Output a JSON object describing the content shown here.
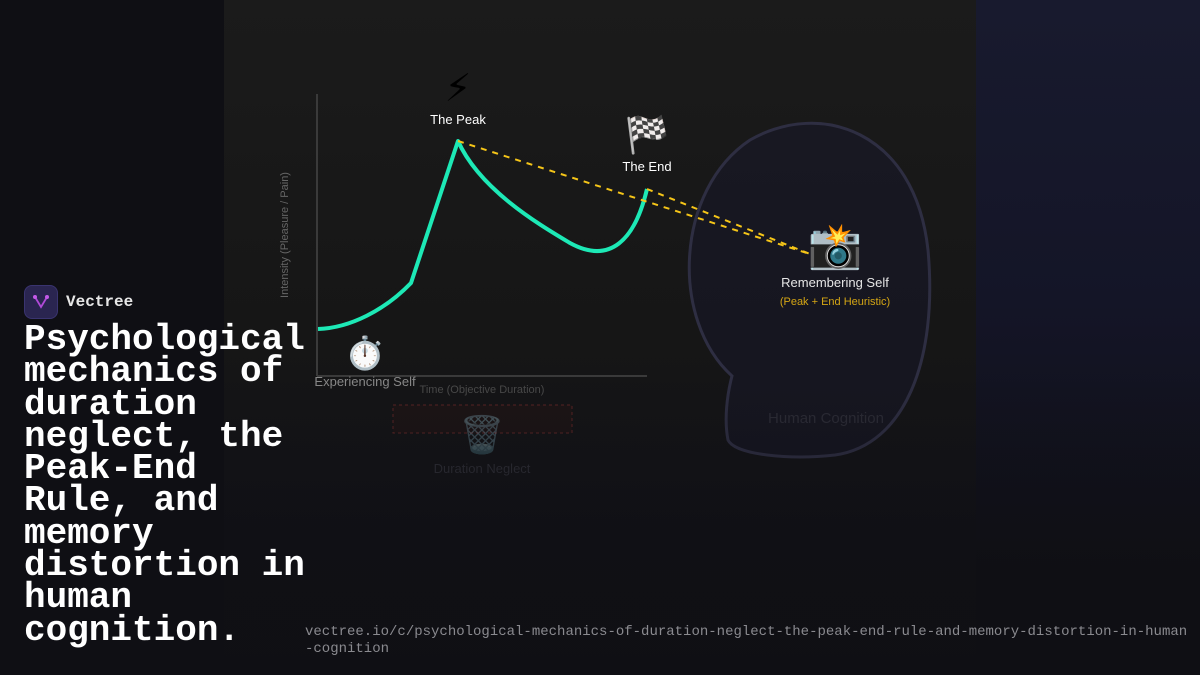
{
  "brand": {
    "name": "Vectree"
  },
  "title": "Psychological mechanics of duration neglect, the Peak-End Rule, and memory distortion in human cognition.",
  "url": "vectree.io/c/psychological-mechanics-of-duration-neglect-the-peak-end-rule-and-memory-distortion-in-human-cognition",
  "diagram": {
    "y_axis_label": "Intensity (Pleasure / Pain)",
    "x_axis_label": "Time (Objective Duration)",
    "peak_label": "The Peak",
    "end_label": "The End",
    "experiencing_label": "Experiencing Self",
    "remembering_label": "Remembering Self",
    "remembering_sub": "(Peak + End Heuristic)",
    "neglect_label": "Duration Neglect",
    "head_label": "Human Cognition",
    "icons": {
      "peak": "⚡",
      "end": "🏁",
      "experiencing": "⏱️",
      "remembering": "📸",
      "neglect": "🗑️"
    },
    "colors": {
      "curve": "#1de9b6",
      "dashed": "#f5c518",
      "sub": "#d4a514",
      "head_stroke": "#2e2e42"
    }
  }
}
